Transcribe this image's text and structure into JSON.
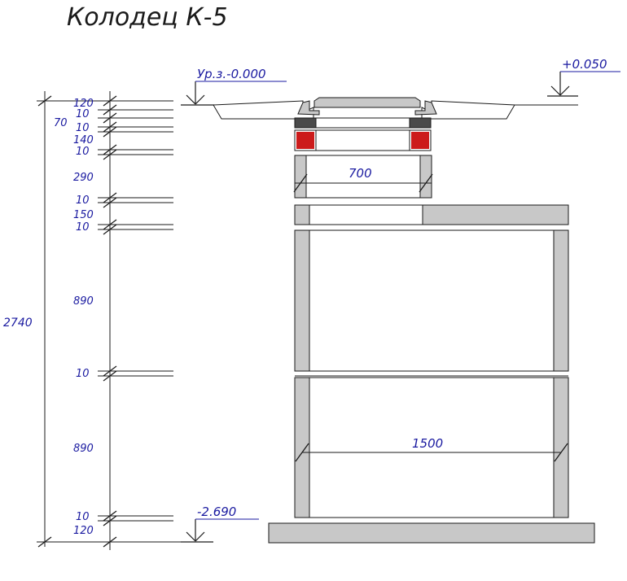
{
  "title": "Колодец К-5",
  "levels": {
    "ground": "Ур.з.-0.000",
    "top": "+0.050",
    "bottom": "-2.690"
  },
  "widths": {
    "neck": "700",
    "chamber": "1500"
  },
  "total_height": "2740",
  "left_dims": [
    "120",
    "10",
    "70",
    "10",
    "140",
    "10",
    "290",
    "10",
    "150",
    "10",
    "890",
    "10",
    "890",
    "10",
    "120"
  ],
  "colors": {
    "dimension_text": "#1a1aa0",
    "concrete": "#c8c8c8",
    "support_ring": "#cc1b1b",
    "dark_block": "#4a4a4a"
  }
}
